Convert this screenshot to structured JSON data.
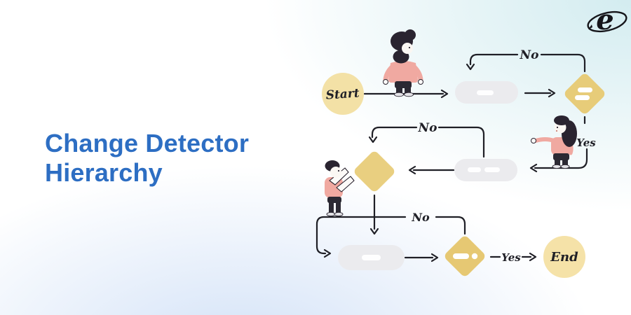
{
  "header": {
    "title_line1": "Change Detector",
    "title_line2": "Hierarchy"
  },
  "logo": {
    "letter": "e"
  },
  "flowchart": {
    "start_label": "Start",
    "end_label": "End",
    "no_top": "No",
    "no_middle": "No",
    "no_bottom": "No",
    "yes_right": "Yes",
    "yes_bottom": "Yes"
  },
  "colors": {
    "title_blue": "#2d6ec3",
    "start_fill": "#f3e1a6",
    "end_fill": "#f5e2a8",
    "decision_fill_1": "#e7cc79",
    "decision_fill_2": "#e9cf80",
    "decision_fill_3": "#e6c873",
    "process_fill": "#ebebee",
    "line_dark": "#1f1f26",
    "shirt_pink": "#f0a9a1",
    "pants_dark": "#2b2933",
    "hair_dark": "#2a2430",
    "bg_cyan": "#d3ecf0",
    "bg_blue": "#d4e3f7"
  }
}
